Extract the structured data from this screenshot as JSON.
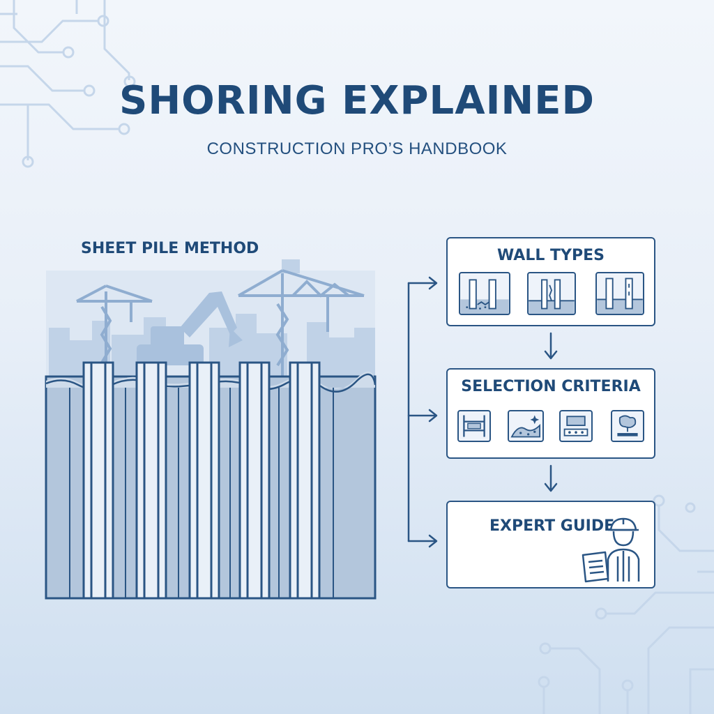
{
  "header": {
    "title": "SHORING EXPLAINED",
    "subtitle": "CONSTRUCTION PRO’S HANDBOOK"
  },
  "method": {
    "label": "SHEET PILE METHOD"
  },
  "steps": [
    {
      "title": "WALL TYPES",
      "icons": [
        "wall-type-a-icon",
        "wall-type-b-icon",
        "wall-type-c-icon"
      ]
    },
    {
      "title": "SELECTION CRITERIA",
      "icons": [
        "structure-icon",
        "soil-icon",
        "equipment-icon",
        "site-icon"
      ]
    },
    {
      "title": "EXPERT GUIDE",
      "icons": [
        "engineer-with-plan-icon"
      ]
    }
  ],
  "colors": {
    "primary": "#1f4a78",
    "outline": "#2a5584",
    "pile_fill": "#b3c6dc",
    "background_top": "#f2f6fb",
    "background_bottom": "#cfdff0"
  }
}
